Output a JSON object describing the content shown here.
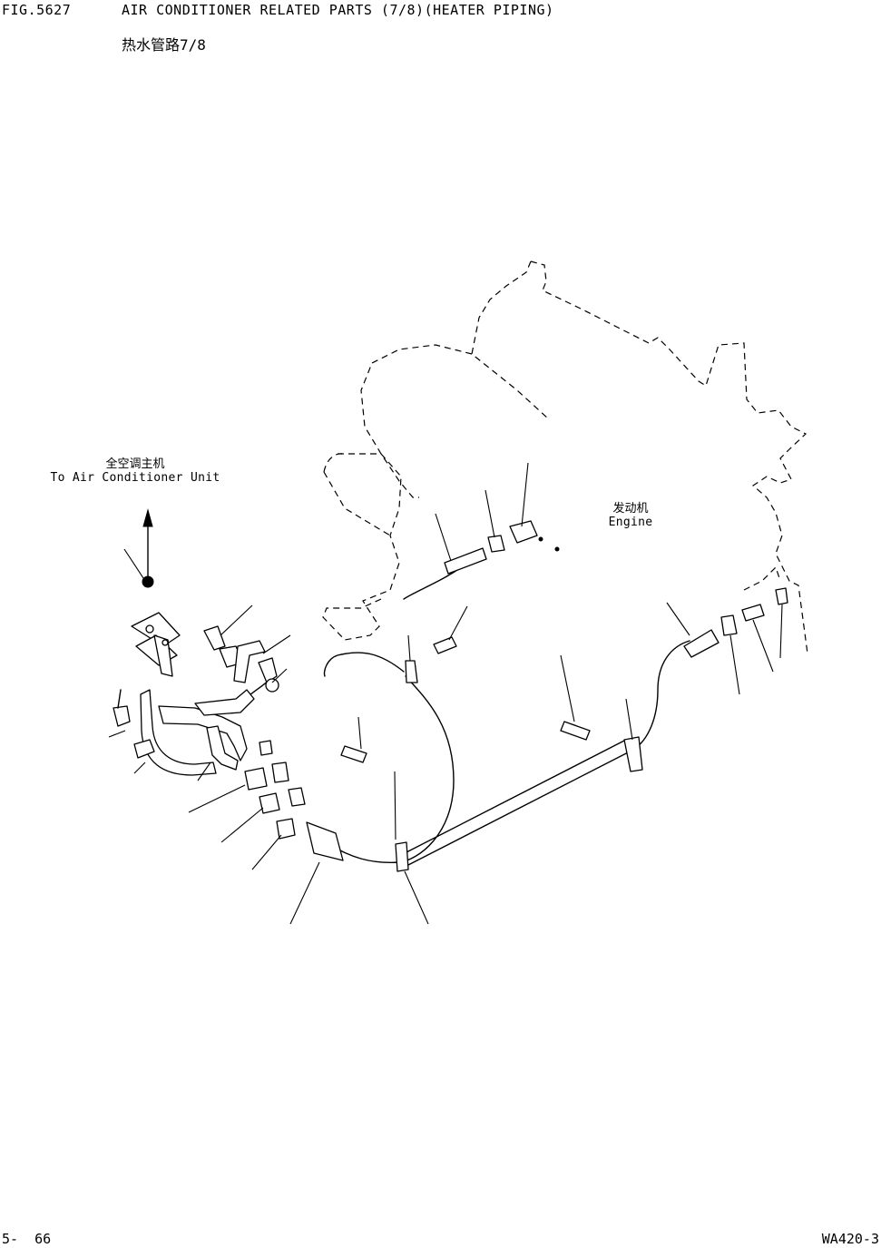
{
  "header": {
    "fig_number": "FIG.5627",
    "title": "AIR CONDITIONER RELATED PARTS (7/8)(HEATER PIPING)",
    "subtitle": "热水管路7/8"
  },
  "callouts": {
    "air_conditioner_unit": {
      "label_cn": "全空调主机",
      "label_en": "To Air Conditioner Unit"
    },
    "engine": {
      "label_cn": "发动机",
      "label_en": "Engine"
    }
  },
  "footer": {
    "page_number": "5-  66",
    "model_code": "WA420-3"
  },
  "colors": {
    "line": "#000000",
    "background": "#ffffff"
  }
}
